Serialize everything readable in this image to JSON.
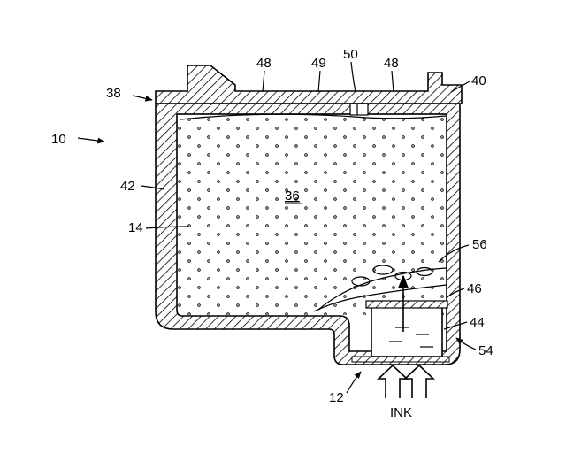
{
  "figure": {
    "labels": {
      "ref_10": "10",
      "ref_12": "12",
      "ref_14": "14",
      "ref_36": "36",
      "ref_38": "38",
      "ref_40": "40",
      "ref_42": "42",
      "ref_44": "44",
      "ref_46": "46",
      "ref_48_left": "48",
      "ref_48_right": "48",
      "ref_49": "49",
      "ref_50": "50",
      "ref_54": "54",
      "ref_56": "56",
      "ink": "INK"
    },
    "colors": {
      "line": "#000000",
      "background": "#ffffff"
    }
  }
}
